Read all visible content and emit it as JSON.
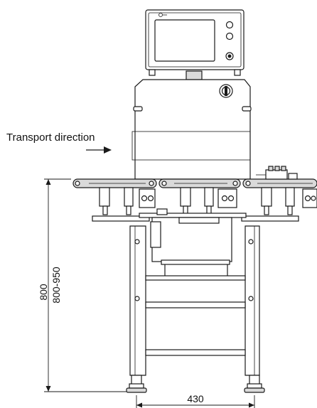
{
  "labels": {
    "direction": "Transport direction",
    "height_total": "800",
    "height_range": "800-950",
    "width": "430"
  }
}
